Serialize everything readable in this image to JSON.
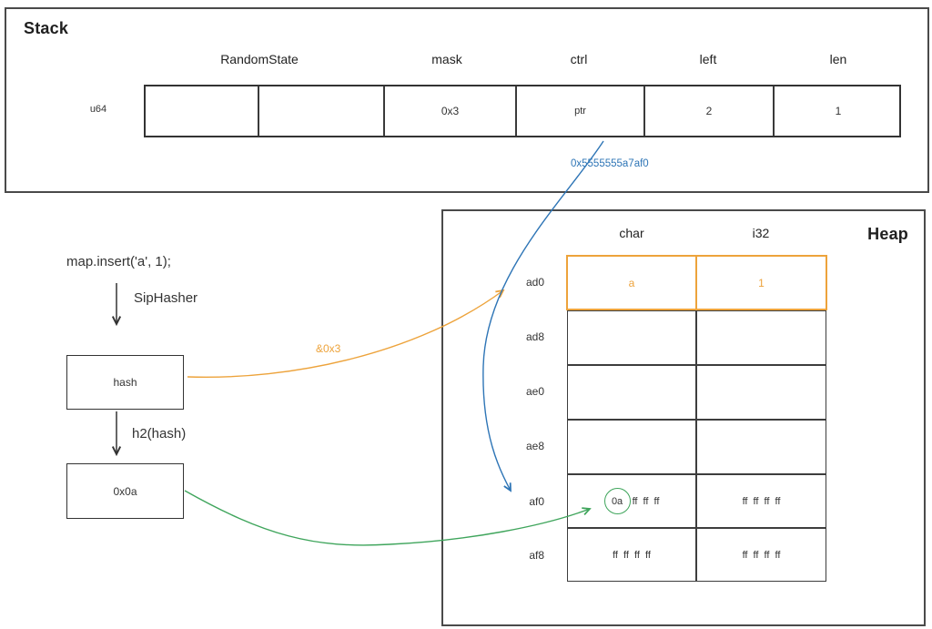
{
  "colors": {
    "orange": "#eda33b",
    "blue": "#2e75b6",
    "green": "#3fa55c"
  },
  "stack": {
    "title": "Stack",
    "type_label": "u64",
    "headers": [
      "RandomState",
      "mask",
      "ctrl",
      "left",
      "len"
    ],
    "cells": [
      "",
      "",
      "0x3",
      "ptr",
      "2",
      "1"
    ],
    "pointer_label": "0x5555555a7af0"
  },
  "flow": {
    "code": "map.insert('a', 1);",
    "hasher_label": "SipHasher",
    "hash_box": "hash",
    "h2_label": "h2(hash)",
    "h2_box": "0x0a",
    "mask_arrow_label": "&0x3"
  },
  "heap": {
    "title": "Heap",
    "columns": [
      "char",
      "i32"
    ],
    "rows": [
      {
        "addr": "ad0",
        "char": "a",
        "i32": "1"
      },
      {
        "addr": "ad8",
        "char": "",
        "i32": ""
      },
      {
        "addr": "ae0",
        "char": "",
        "i32": ""
      },
      {
        "addr": "ae8",
        "char": "",
        "i32": ""
      },
      {
        "addr": "af0",
        "char_circled": "0a",
        "char_rest": "ff ff ff",
        "i32": "ff ff ff ff"
      },
      {
        "addr": "af8",
        "char": "ff ff ff ff",
        "i32": "ff ff ff ff"
      }
    ]
  }
}
